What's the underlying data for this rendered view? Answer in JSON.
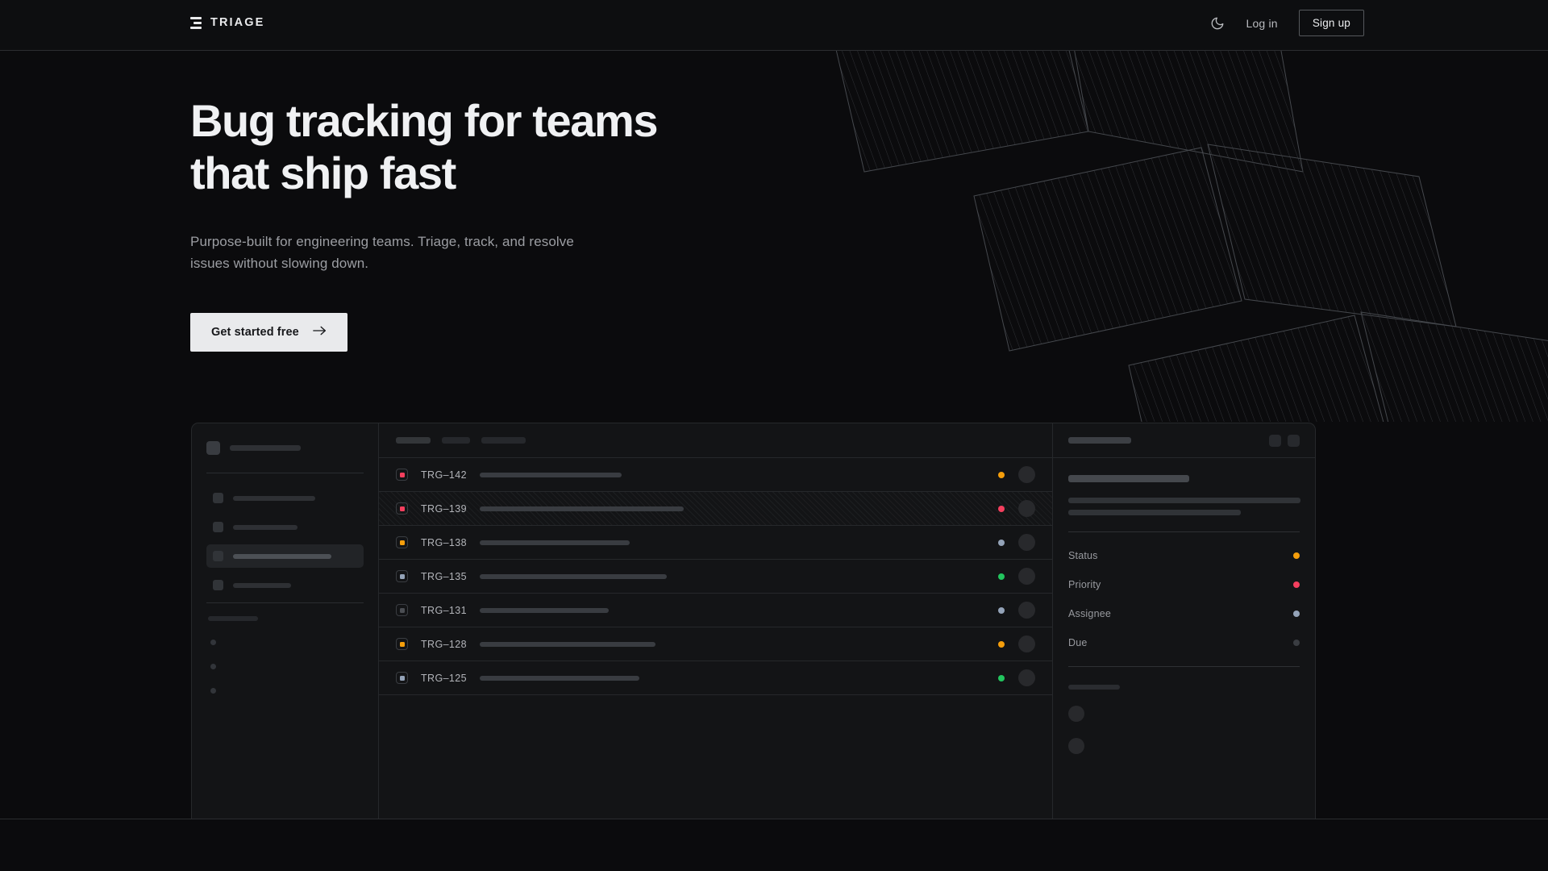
{
  "nav": {
    "logo_text": "TRIAGE",
    "logo_icon": "stack-bars-icon",
    "theme_toggle_icon": "moon-icon",
    "login_label": "Log in",
    "signup_label": "Sign up"
  },
  "hero": {
    "headline_line1": "Bug tracking for teams",
    "headline_line2": "that ship fast",
    "subheadline": "Purpose-built for engineering teams. Triage, track, and resolve issues without slowing down.",
    "cta_label": "Get started free",
    "cta_icon": "arrow-right-icon"
  },
  "colors": {
    "page_bg": "#0b0b0d",
    "nav_bg": "#0d0e10",
    "card_bg": "#131416",
    "border": "#26282b",
    "text_primary": "#f0f1f3",
    "text_muted": "#9c9ea3",
    "cta_bg": "#e9eaec",
    "rose": "#f43f5e",
    "amber": "#f59e0b",
    "slate": "#94a3b8",
    "green": "#22c55e",
    "gray": "#4b4e53"
  },
  "mockup": {
    "sidebar": {
      "nav_item_count": 4,
      "active_index": 2,
      "section_dot_count": 3
    },
    "toolbar": {
      "pill_count": 3
    },
    "issues": [
      {
        "id": "TRG–142",
        "priority_color": "#f43f5e",
        "status_color": "#f59e0b",
        "title_width": 176,
        "selected": false
      },
      {
        "id": "TRG–139",
        "priority_color": "#f43f5e",
        "status_color": "#f43f5e",
        "title_width": 253,
        "selected": true
      },
      {
        "id": "TRG–138",
        "priority_color": "#f59e0b",
        "status_color": "#94a3b8",
        "title_width": 186,
        "selected": false
      },
      {
        "id": "TRG–135",
        "priority_color": "#94a3b8",
        "status_color": "#22c55e",
        "title_width": 232,
        "selected": false
      },
      {
        "id": "TRG–131",
        "priority_color": "#4b4e53",
        "status_color": "#94a3b8",
        "title_width": 160,
        "selected": false
      },
      {
        "id": "TRG–128",
        "priority_color": "#f59e0b",
        "status_color": "#f59e0b",
        "title_width": 218,
        "selected": false
      },
      {
        "id": "TRG–125",
        "priority_color": "#94a3b8",
        "status_color": "#22c55e",
        "title_width": 198,
        "selected": false
      }
    ],
    "detail": {
      "header_button_count": 2,
      "fields": [
        {
          "label": "Status",
          "value_color": "#f59e0b"
        },
        {
          "label": "Priority",
          "value_color": "#f43f5e"
        },
        {
          "label": "Assignee",
          "value_color": "#94a3b8"
        },
        {
          "label": "Due",
          "value_color": "#3a3d42"
        }
      ],
      "activity_row_count": 2
    }
  }
}
